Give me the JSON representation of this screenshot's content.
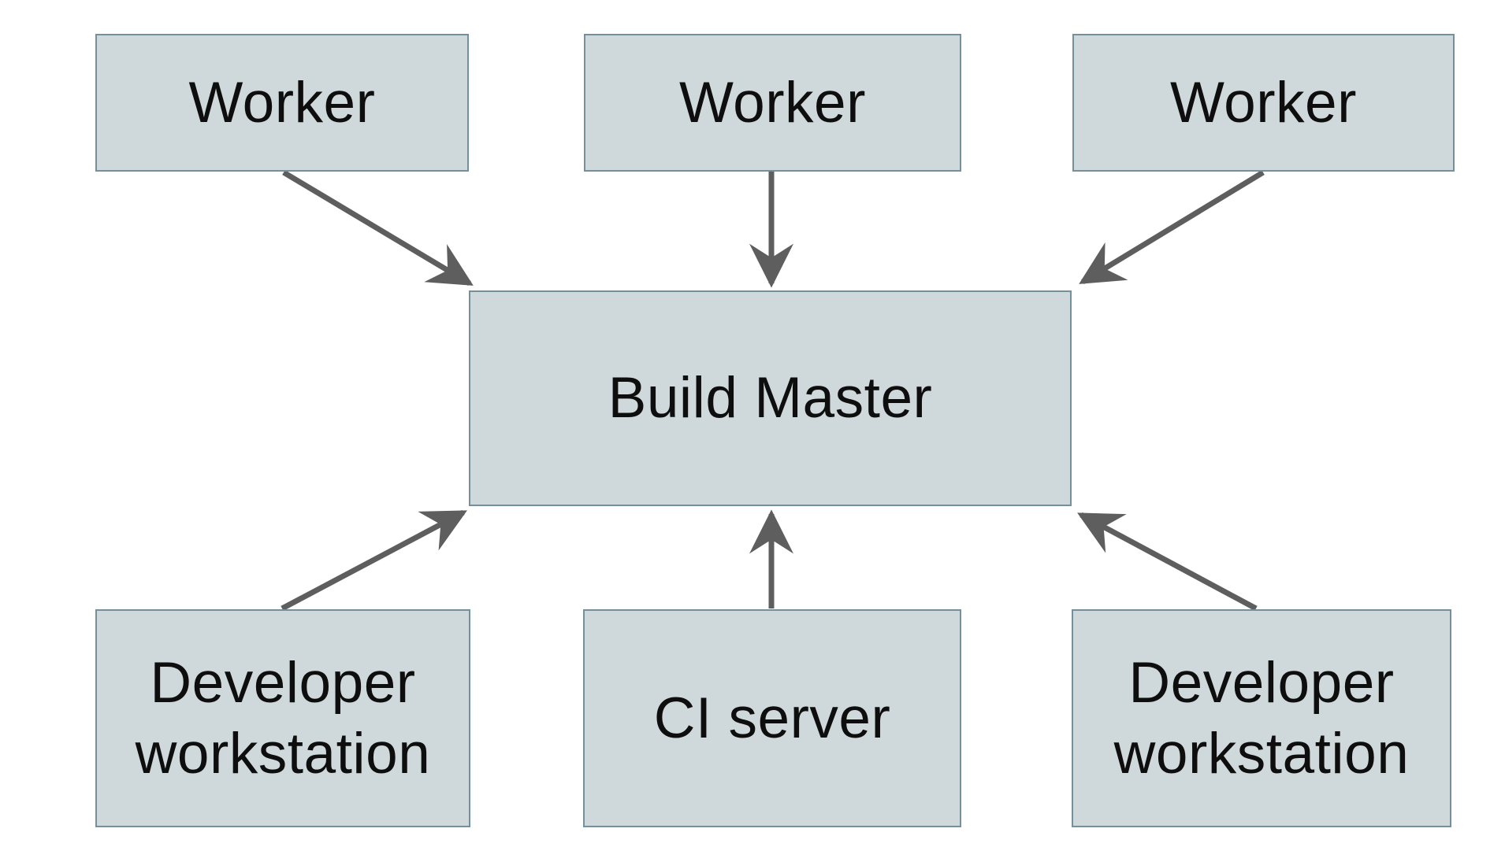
{
  "diagram": {
    "type": "architecture-diagram",
    "nodes": {
      "worker_left": {
        "label": "Worker"
      },
      "worker_middle": {
        "label": "Worker"
      },
      "worker_right": {
        "label": "Worker"
      },
      "build_master": {
        "label": "Build Master"
      },
      "developer_workstation_left": {
        "label": "Developer workstation"
      },
      "ci_server": {
        "label": "CI server"
      },
      "developer_workstation_right": {
        "label": "Developer workstation"
      }
    },
    "edges": [
      {
        "from": "worker-left",
        "to": "build-master"
      },
      {
        "from": "worker-middle",
        "to": "build-master"
      },
      {
        "from": "worker-right",
        "to": "build-master"
      },
      {
        "from": "developer-workstation-left",
        "to": "build-master"
      },
      {
        "from": "ci-server",
        "to": "build-master"
      },
      {
        "from": "developer-workstation-right",
        "to": "build-master"
      }
    ],
    "colors": {
      "background": "#ffffff",
      "node_fill": "#cfd8da",
      "node_border": "#73909b",
      "arrow": "#5e5e5e",
      "text": "#0e0e0e"
    }
  }
}
